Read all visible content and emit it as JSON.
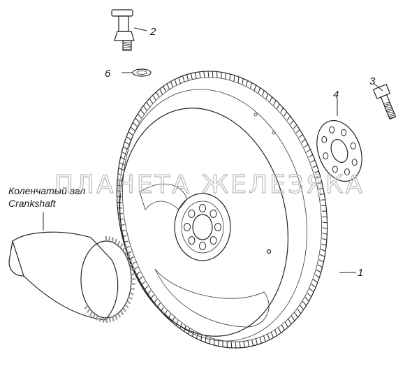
{
  "callouts": {
    "flywheel": "1",
    "bolt_assembly": "2",
    "bolt": "3",
    "washer_plate": "4",
    "seal_ring": "6"
  },
  "crankshaft_label": {
    "ru": "Коленчатый вал",
    "en": "Crankshaft"
  },
  "watermark": "ПЛАНЕТА ЖЕЛЕЗЯКА",
  "colors": {
    "ink": "#222222",
    "gear_shade": "#9a9a9a",
    "watermark": "#b9b9b9"
  }
}
